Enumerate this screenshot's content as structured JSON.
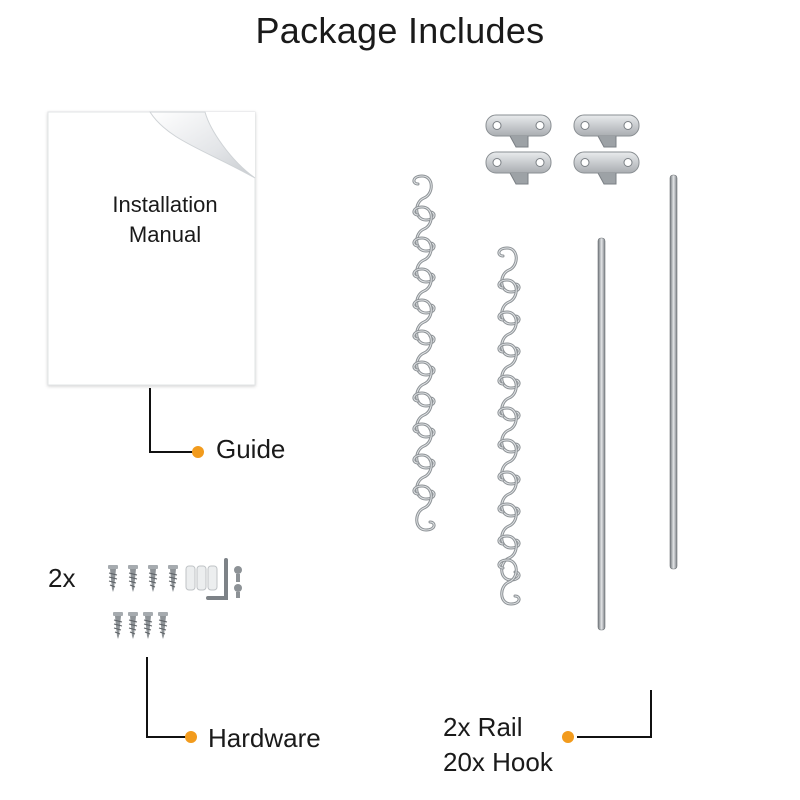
{
  "title": "Package Includes",
  "manual": {
    "line1": "Installation",
    "line2": "Manual"
  },
  "labels": {
    "guide": "Guide",
    "hardware": "Hardware",
    "rail": "2x Rail",
    "hook": "20x Hook",
    "hardware_qty": "2x"
  },
  "colors": {
    "accent": "#f29b1d",
    "metal": "#9ea3a8"
  },
  "icons": [
    "manual-booklet-icon",
    "screw-icon",
    "wall-anchor-icon",
    "allen-key-icon",
    "s-hook-icon",
    "rail-icon",
    "bracket-icon"
  ]
}
